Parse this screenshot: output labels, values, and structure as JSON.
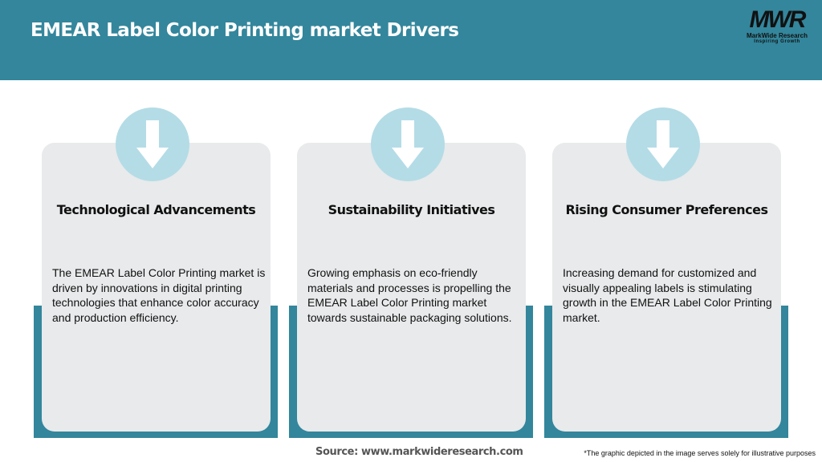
{
  "header": {
    "title": "EMEAR Label Color Printing market Drivers",
    "logo": {
      "mark": "MWR",
      "name": "MarkWide Research",
      "tagline": "Inspiring Growth"
    }
  },
  "colors": {
    "header": "#33869c",
    "card": "#e8eaeb",
    "circle": "#b4dce6"
  },
  "cards": [
    {
      "icon": "arrow-down-icon",
      "title": "Technological Advancements",
      "body": "The EMEAR Label Color Printing market is driven by innovations in digital printing technologies that enhance color accuracy and production efficiency."
    },
    {
      "icon": "arrow-down-icon",
      "title": "Sustainability Initiatives",
      "body": "Growing emphasis on eco-friendly materials and processes is propelling the EMEAR Label Color Printing market towards sustainable packaging solutions."
    },
    {
      "icon": "arrow-down-icon",
      "title": "Rising Consumer Preferences",
      "body": "Increasing demand for customized and visually appealing labels is stimulating growth in the EMEAR Label Color Printing market."
    }
  ],
  "footer": {
    "source": "Source: www.markwideresearch.com",
    "note": "*The graphic depicted in the image serves solely for illustrative purposes"
  }
}
